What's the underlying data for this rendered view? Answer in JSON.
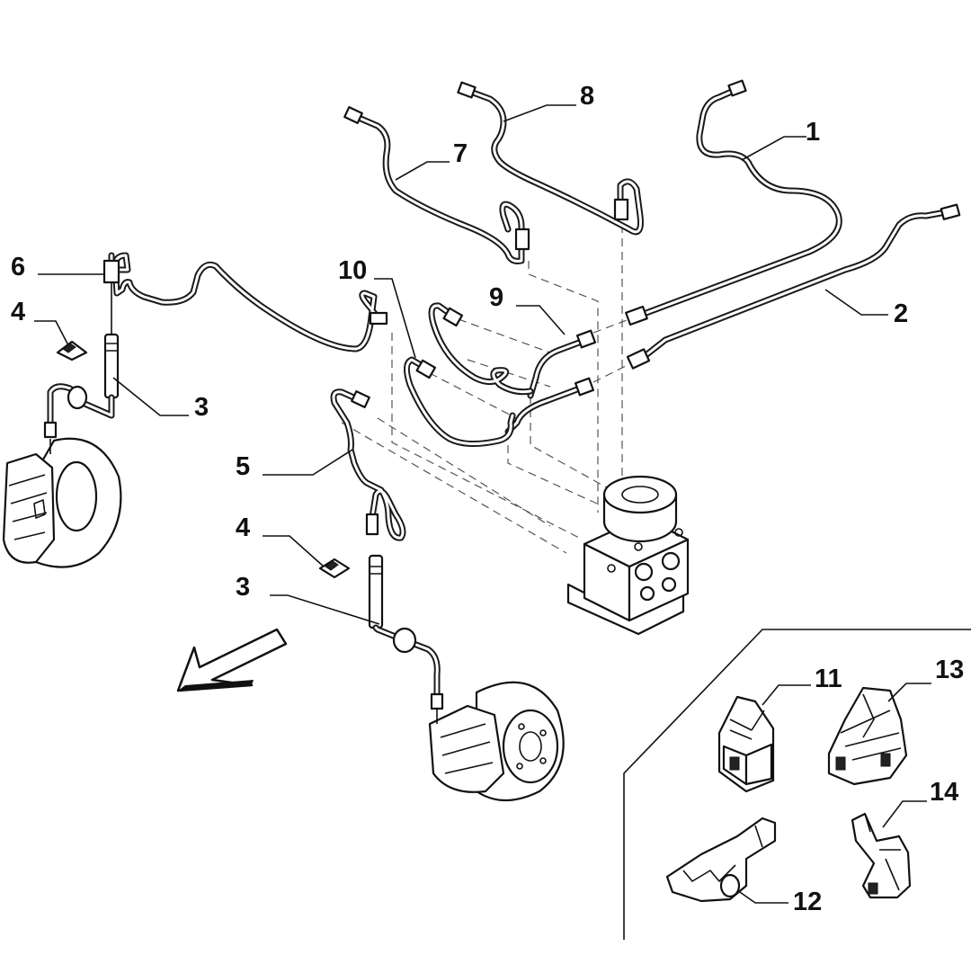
{
  "labels": {
    "l1": "1",
    "l2": "2",
    "l3a": "3",
    "l3b": "3",
    "l4a": "4",
    "l4b": "4",
    "l5": "5",
    "l6": "6",
    "l7": "7",
    "l8": "8",
    "l9": "9",
    "l10": "10",
    "l11": "11",
    "l12": "12",
    "l13": "13",
    "l14": "14"
  }
}
